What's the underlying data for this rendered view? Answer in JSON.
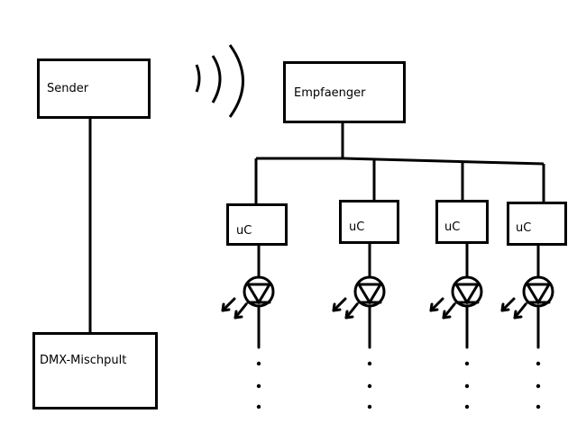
{
  "nodes": {
    "sender": "Sender",
    "mixer": "DMX-Mischpult",
    "receiver": "Empfaenger",
    "uc1": "uC",
    "uc2": "uC",
    "uc3": "uC",
    "uc4": "uC"
  },
  "icons": [
    "wireless-signal-icon",
    "led-icon",
    "light-emission-arrows-icon",
    "continuation-dots-icon"
  ],
  "colors": {
    "stroke": "#000000",
    "background": "#ffffff"
  }
}
